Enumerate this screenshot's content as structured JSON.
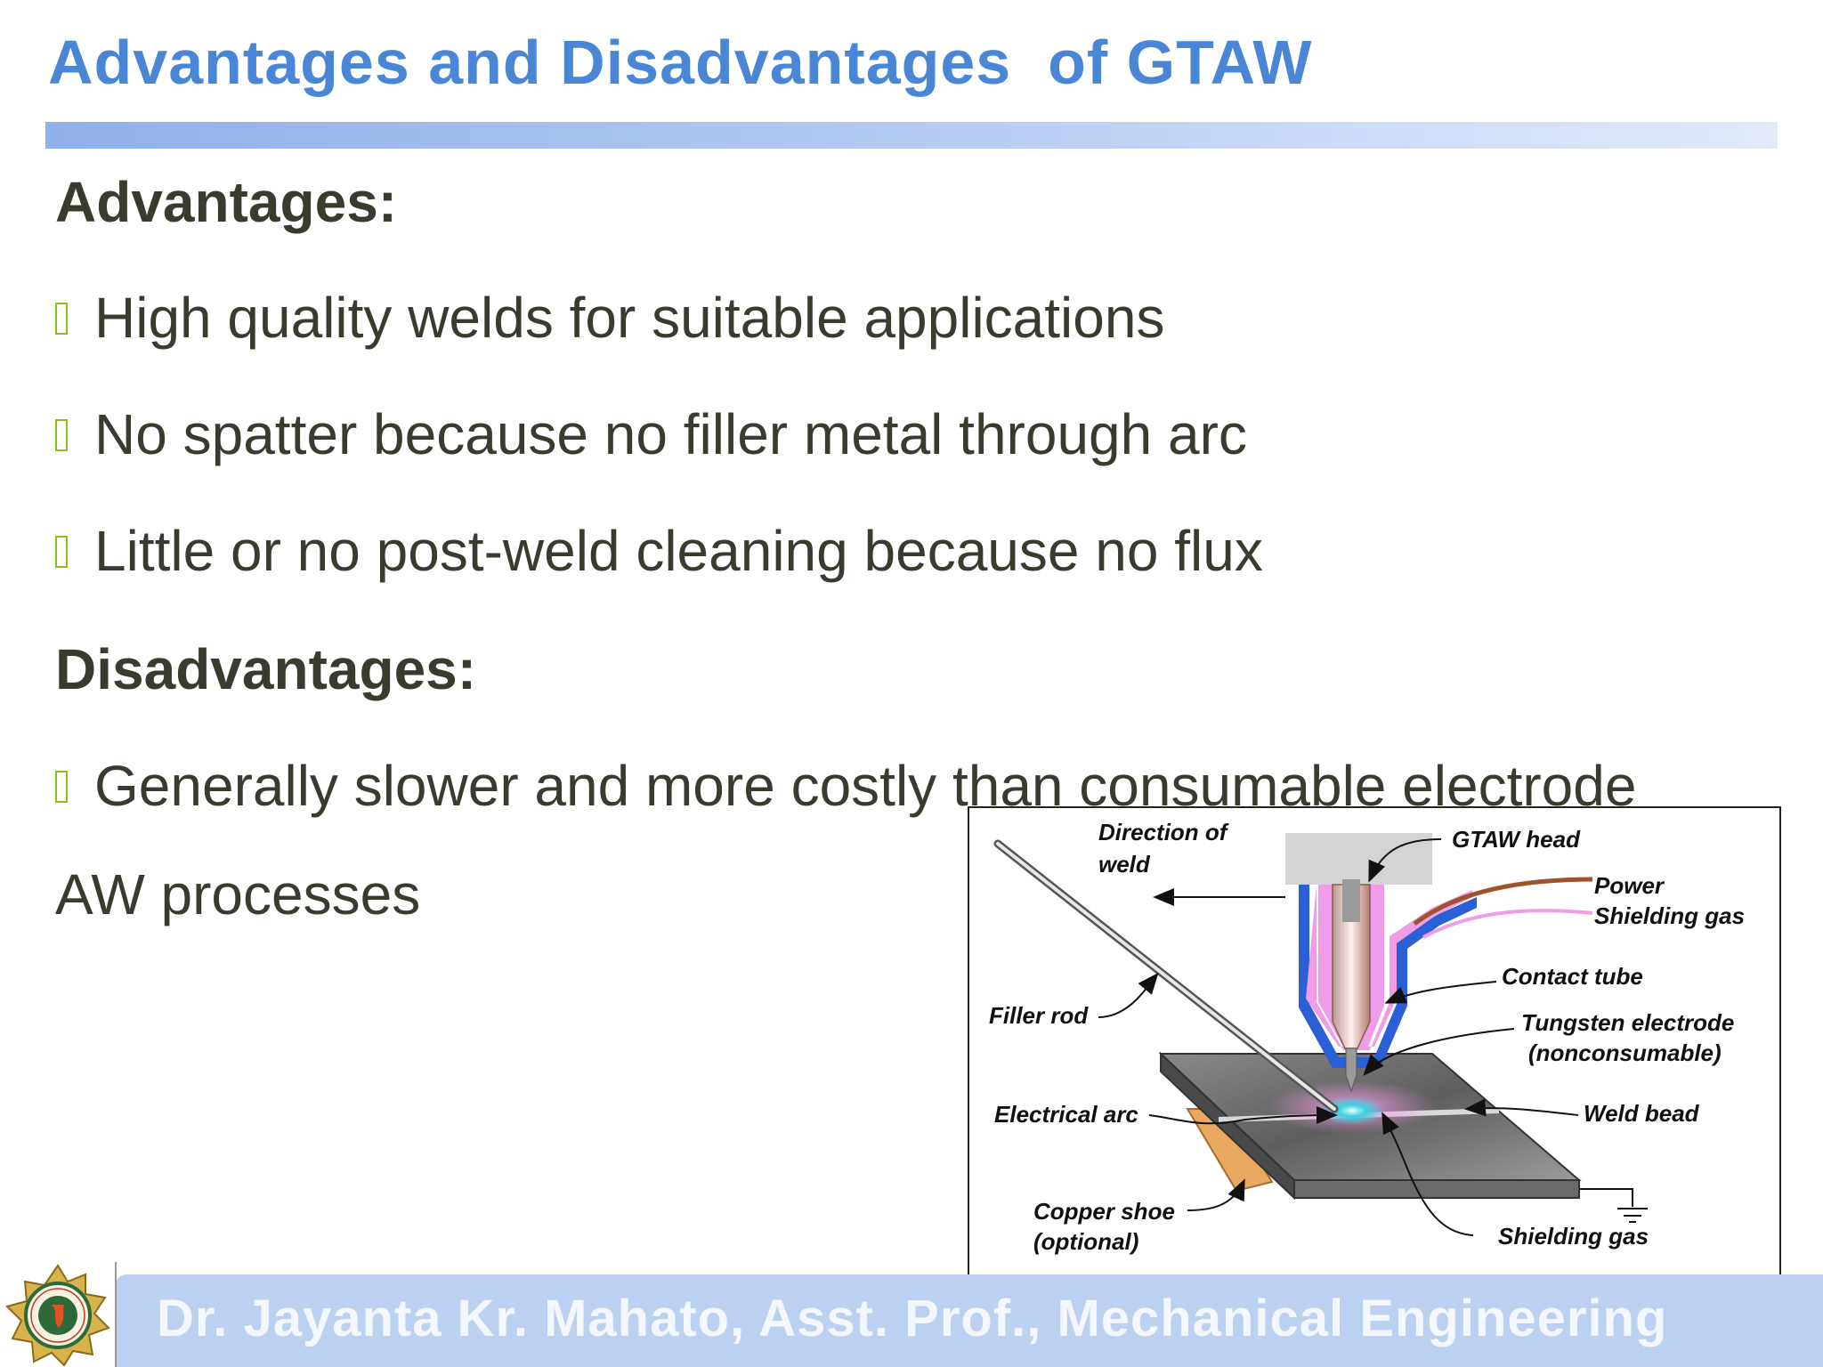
{
  "slide": {
    "title": "Advantages and Disadvantages  of GTAW",
    "advantages_heading": "Advantages:",
    "advantages": [
      "High quality welds for suitable applications",
      "No spatter because no filler metal through arc",
      "Little or no post-weld cleaning because no flux"
    ],
    "disadvantages_heading": "Disadvantages:",
    "disadvantages": [
      "Generally slower and more costly than consumable electrode"
    ],
    "disadvantages_continuation": "AW processes",
    "footer": "Dr. Jayanta Kr. Mahato, Asst. Prof., Mechanical Engineering"
  },
  "figure": {
    "labels": {
      "direction_line1": "Direction of",
      "direction_line2": "weld",
      "gtaw_head": "GTAW head",
      "power": "Power",
      "shielding_gas_top": "Shielding gas",
      "contact_tube": "Contact tube",
      "tungsten_line1": "Tungsten electrode",
      "tungsten_line2": "(nonconsumable)",
      "filler_rod": "Filler rod",
      "electrical_arc": "Electrical arc",
      "weld_bead": "Weld bead",
      "copper_line1": "Copper shoe",
      "copper_line2": "(optional)",
      "shielding_gas_bottom": "Shielding gas"
    }
  },
  "colors": {
    "title": "#4a86d6",
    "bullet": "#8bbf1f",
    "footer_band": "#bcd0f2"
  }
}
